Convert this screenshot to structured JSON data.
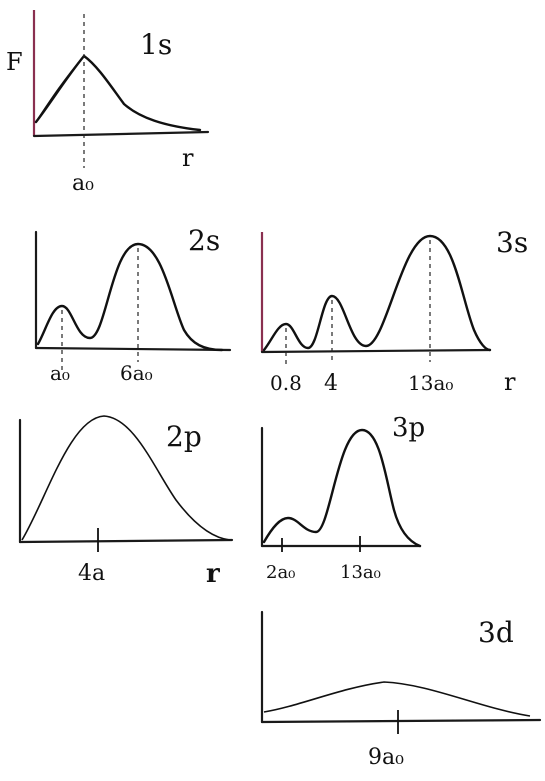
{
  "panels": {
    "p1s": {
      "title": "1s",
      "y_label": "F",
      "x_label": "r",
      "tick": "a₀"
    },
    "p2s": {
      "title": "2s",
      "tick_1": "a₀",
      "tick_2": "6a₀"
    },
    "p3s": {
      "title": "3s",
      "x_label": "r",
      "tick_1": "0.8",
      "tick_2": "4",
      "tick_3": "13a₀"
    },
    "p2p": {
      "title": "2p",
      "x_label": "r",
      "tick": "4a"
    },
    "p3p": {
      "title": "3p",
      "tick_1": "2a₀",
      "tick_2": "13a₀"
    },
    "p3d": {
      "title": "3d",
      "tick": "9a₀"
    }
  },
  "colors": {
    "ink": "#111111",
    "axis_tint": "#8a3050"
  }
}
